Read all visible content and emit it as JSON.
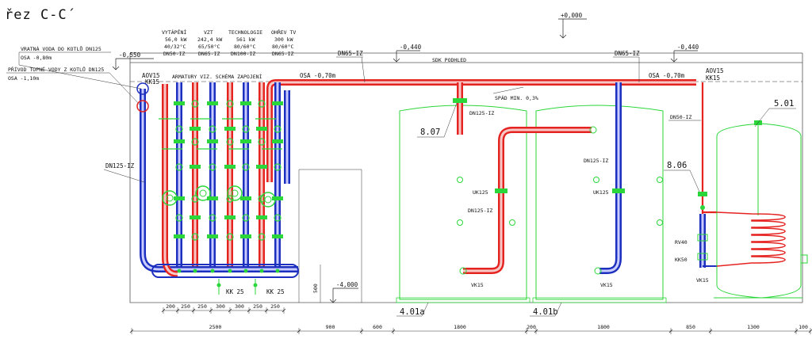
{
  "title": "řez C-C´",
  "columns": [
    {
      "head": "VYTÁPĚNÍ",
      "power": "56,0 kW",
      "temp": "40/32°C",
      "dn": "DN50-IZ"
    },
    {
      "head": "VZT",
      "power": "242,4 kW",
      "temp": "65/50°C",
      "dn": "DN65-IZ"
    },
    {
      "head": "TECHNOLOGIE",
      "power": "561 kW",
      "temp": "80/60°C",
      "dn": "DN100-IZ"
    },
    {
      "head": "OHŘEV TV",
      "power": "300 kW",
      "temp": "80/60°C",
      "dn": "DN65-IZ"
    }
  ],
  "labels": {
    "return_water": "VRATNÁ VODA DO KOTLŮ DN125",
    "return_axis": "OSA -0,80m",
    "supply_water": "PŘÍVOD TOPNÉ VODY Z KOTLŮ DN125",
    "supply_axis": "OSA -1,10m",
    "level_0": "+0,000",
    "level_550": "-0,550",
    "level_440a": "-0,440",
    "level_440b": "-0,440",
    "level_4000": "-4,000",
    "dn65_left": "DN65-IZ",
    "dn65_right": "DN65-IZ",
    "sdk": "SDK PODHLED",
    "osa_left": "OSA -0,70m",
    "osa_right": "OSA -0,70m",
    "aov_left": "AOV15",
    "kk_left": "KK15",
    "aov_right": "AOV15",
    "kk_right": "KK15",
    "armatury": "ARMATURY VIZ. SCHÉMA ZAPOJENÍ",
    "spad": "SPÁD MIN. 0,3%",
    "dn125_tank": "DN125-IZ",
    "dn125_tank2": "DN125-IZ",
    "dn125_left": "DN125-IZ",
    "dn125_mid": "DN125-IZ",
    "dn50": "DN50-IZ",
    "uk_a": "UK125",
    "uk_b": "UK125",
    "vk_a": "VK15",
    "vk_b": "VK15",
    "vk_c": "VK15",
    "kk25a": "KK 25",
    "kk25b": "KK 25",
    "rv40": "RV40",
    "kk50": "KK50",
    "dim_500": "500",
    "tag_807": "8.07",
    "tag_806": "8.06",
    "tag_501": "5.01",
    "tag_401a": "4.01a",
    "tag_401b": "4.01b"
  },
  "dims_small": [
    "200",
    "250",
    "250",
    "300",
    "300",
    "250",
    "250"
  ],
  "dims_main": [
    "2500",
    "900",
    "600",
    "1800",
    "200",
    "1800",
    "850",
    "1300",
    "100"
  ]
}
